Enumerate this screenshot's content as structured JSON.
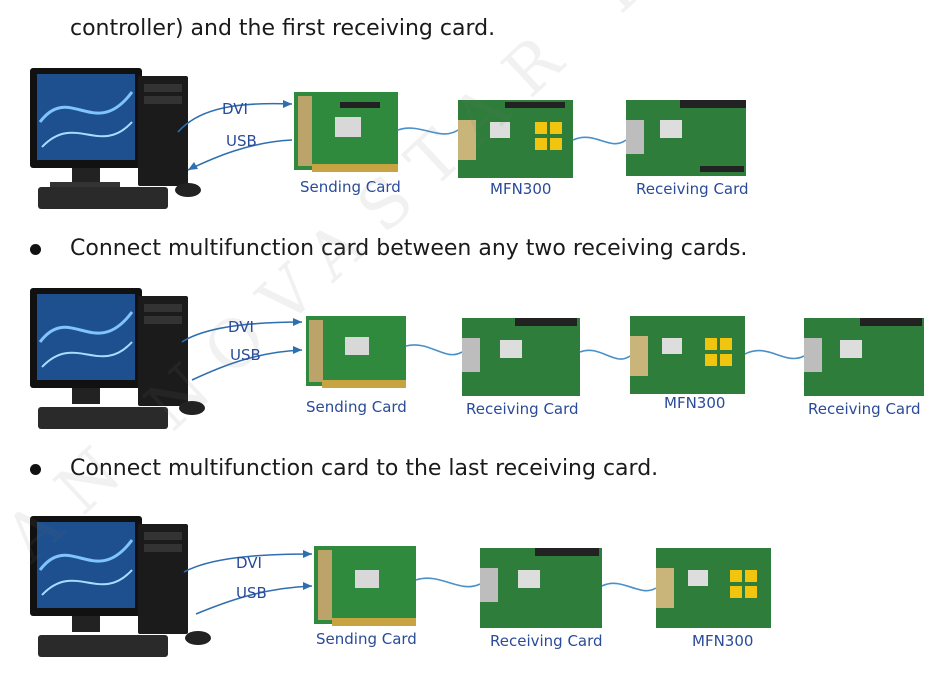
{
  "intro": {
    "text": "controller) and the first receiving card."
  },
  "sections": [
    {
      "bullet": "",
      "labels": {
        "dvi": "DVI",
        "usb": "USB"
      },
      "cards": [
        "Sending Card",
        "MFN300",
        "Receiving Card"
      ]
    },
    {
      "bullet": "Connect multifunction card between any two receiving cards.",
      "labels": {
        "dvi": "DVI",
        "usb": "USB"
      },
      "cards": [
        "Sending Card",
        "Receiving Card",
        "MFN300",
        "Receiving Card"
      ]
    },
    {
      "bullet": "Connect multifunction card to the last receiving card.",
      "labels": {
        "dvi": "DVI",
        "usb": "USB"
      },
      "cards": [
        "Sending Card",
        "Receiving Card",
        "MFN300"
      ]
    }
  ],
  "watermark": {
    "text": "AN NOVASTAR TECH CO"
  },
  "colors": {
    "arrow": "#2f6fb0",
    "cable": "#4a90c8",
    "caption": "#2a4b9a",
    "pcb": "#2e7d3a"
  }
}
